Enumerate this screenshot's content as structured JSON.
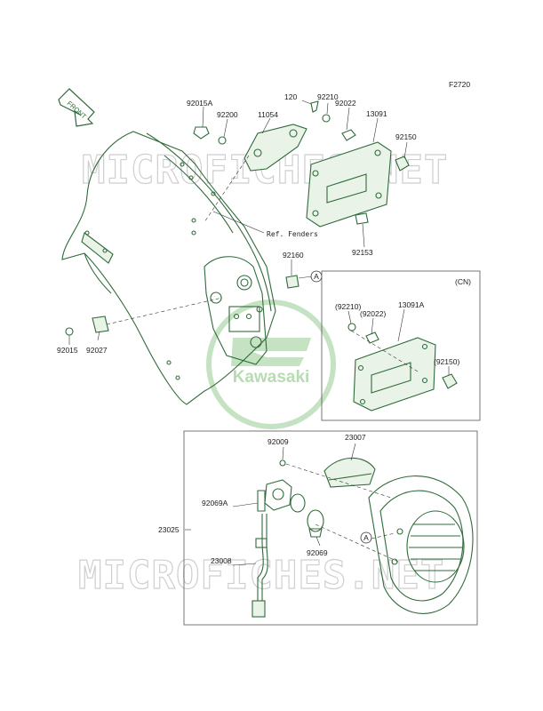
{
  "figure_code": "F2720",
  "front_label": "FRONT",
  "watermark_text": "MICROFICHES.NET",
  "logo_text": "Kawasaki",
  "ref_fenders": "Ref. Fenders",
  "cn_label": "(CN)",
  "callout_a": "A",
  "parts": {
    "p92015A": "92015A",
    "p92200": "92200",
    "p11054": "11054",
    "p120": "120",
    "p92210": "92210",
    "p92022": "92022",
    "p13091": "13091",
    "p92150": "92150",
    "p92153": "92153",
    "p92160": "92160",
    "p92015": "92015",
    "p92027": "92027",
    "cn92210": "(92210)",
    "cn92022": "(92022)",
    "p13091A": "13091A",
    "cn92150": "(92150)",
    "p92009": "92009",
    "p23007": "23007",
    "p92069A": "92069A",
    "p23025": "23025",
    "p23008": "23008",
    "p92069": "92069"
  },
  "colors": {
    "line": "#2f6b3a",
    "text": "#1c1c1c",
    "watermark": "#cfcfcf",
    "logo": "#9fcf9a"
  }
}
